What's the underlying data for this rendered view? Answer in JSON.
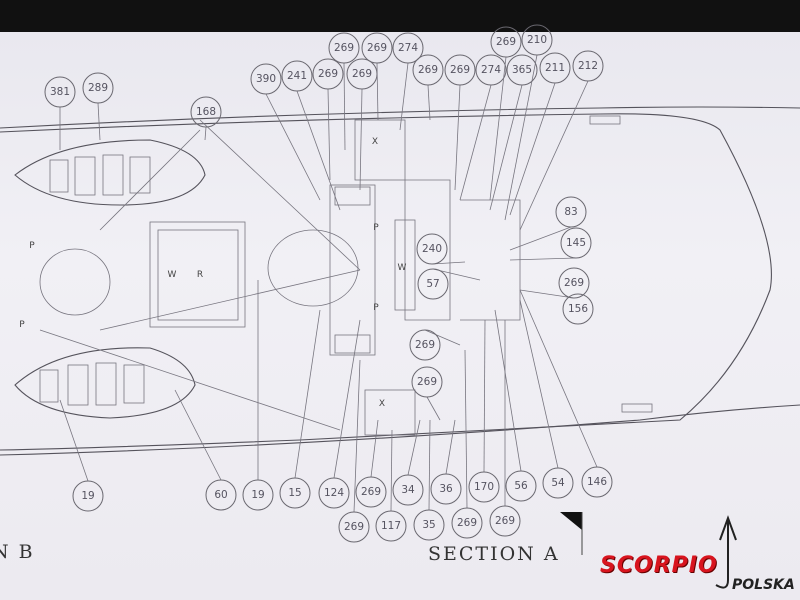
{
  "title_left": "N  B",
  "title_right": "SECTION  A",
  "logo": {
    "text1": "SCORPIO",
    "text2": "POLSKA",
    "color": "#d8141e"
  },
  "deck_letters": {
    "w1": "W",
    "r": "R",
    "w2": "W",
    "p1": "P",
    "p2": "P",
    "p3": "P",
    "p4": "P",
    "x1": "X",
    "x2": "X"
  },
  "callouts_top": [
    "381",
    "289",
    "168",
    "390",
    "241",
    "269",
    "269",
    "269",
    "269",
    "274",
    "269",
    "269",
    "274",
    "365",
    "211",
    "212",
    "269",
    "210"
  ],
  "callouts_mid": [
    "83",
    "145",
    "240",
    "57",
    "269",
    "156",
    "269",
    "269"
  ],
  "callouts_bottom": [
    "19",
    "60",
    "19",
    "15",
    "124",
    "269",
    "34",
    "36",
    "170",
    "56",
    "54",
    "146",
    "269",
    "117",
    "35",
    "269",
    "269"
  ]
}
